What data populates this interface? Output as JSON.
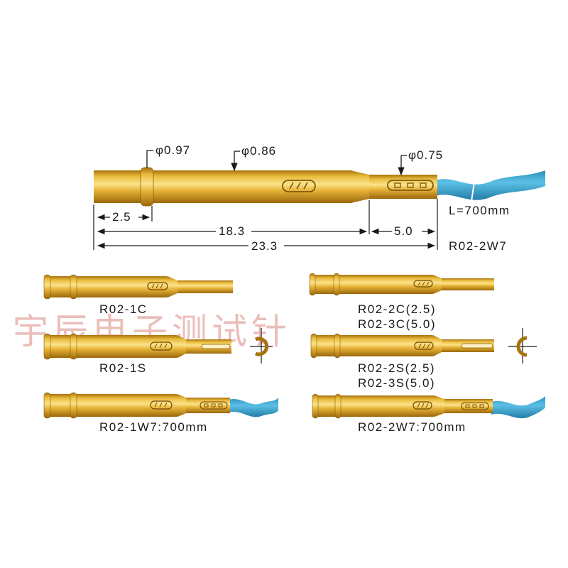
{
  "main_probe": {
    "dia_collar": "φ0.97",
    "dia_body": "φ0.86",
    "dia_tip": "φ0.75",
    "dim_collar": "2.5",
    "dim_body": "18.3",
    "dim_tip": "5.0",
    "dim_total": "23.3",
    "wire_length": "L=700mm",
    "model": "R02-2W7"
  },
  "variants": {
    "r02_1c": "R02-1C",
    "r02_2c": "R02-2C(2.5)",
    "r02_3c": "R02-3C(5.0)",
    "r02_1s": "R02-1S",
    "r02_2s": "R02-2S(2.5)",
    "r02_3s": "R02-3S(5.0)",
    "r02_1w7": "R02-1W7:700mm",
    "r02_2w7": "R02-2W7:700mm"
  },
  "watermark": "宇辰电子测试针",
  "colors": {
    "gold_light": "#f7d76b",
    "gold_mid": "#e0ac2c",
    "gold_dark": "#a7720e",
    "wire": "#3aa6d4",
    "line": "#1a1a1a"
  }
}
